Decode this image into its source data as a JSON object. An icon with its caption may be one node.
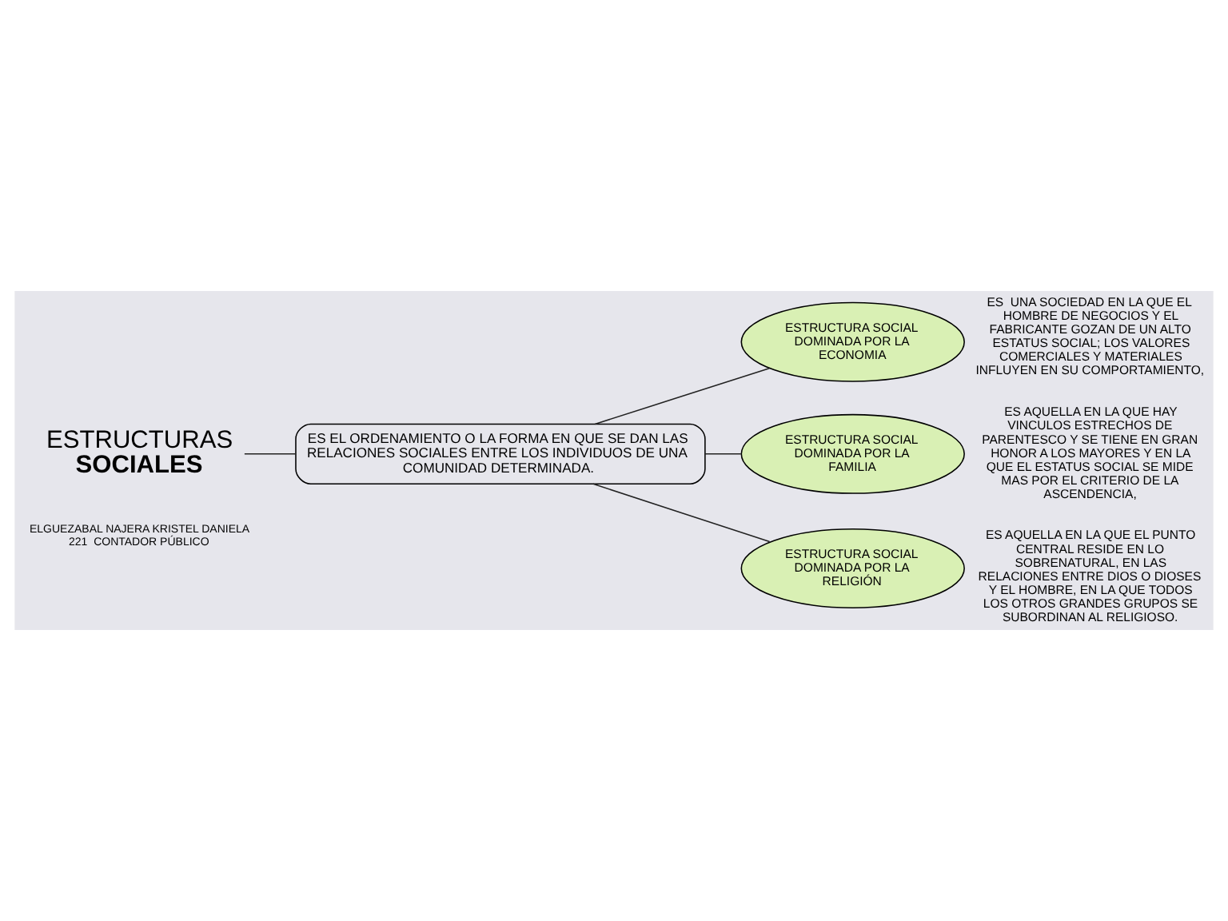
{
  "diagram": {
    "nodes": [
      {
        "text": [
          "ESTRUCTURAS",
          "SOCIALES"
        ]
      },
      {
        "text": [
          "ES EL ORDENAMIENTO O LA FORMA EN QUE SE DAN LAS RELACIONES SOCIALES ENTRE LOS INDIVIDUOS DE UNA COMUNIDAD DETERMINADA."
        ]
      },
      {
        "text": [
          "ESTRUCTURA SOCIAL DOMINADA POR LA ECONOMIA"
        ],
        "beside": [
          "ES  UNA SOCIEDAD EN LA QUE EL HOMBRE DE NEGOCIOS Y EL FABRICANTE GOZAN DE UN ALTO ESTATUS SOCIAL; LOS VALORES COMERCIALES Y MATERIALES INFLUYEN EN SU COMPORTAMIENTO,"
        ]
      },
      {
        "text": [
          "ESTRUCTURA SOCIAL DOMINADA POR LA FAMILIA"
        ],
        "beside": [
          "ES AQUELLA EN LA QUE HAY VINCULOS ESTRECHOS DE PARENTESCO Y SE TIENE EN GRAN HONOR A LOS MAYORES Y EN LA QUE EL ESTATUS SOCIAL SE MIDE MAS POR EL CRITERIO DE LA ASCENDENCIA,"
        ]
      },
      {
        "text": [
          "ESTRUCTURA SOCIAL DOMINADA POR LA RELIGIÓN"
        ],
        "beside": [
          "ES AQUELLA EN LA QUE EL PUNTO CENTRAL RESIDE EN LO SOBRENATURAL, EN LAS RELACIONES ENTRE DIOS O DIOSES Y EL HOMBRE, EN LA QUE TODOS LOS OTROS GRANDES GRUPOS SE SUBORDINAN AL RELIGIOSO."
        ]
      }
    ],
    "edges": [
      {
        "from": 0,
        "to": 1,
        "arrow": "none"
      },
      {
        "from": 1,
        "to": 2,
        "arrow": "none"
      },
      {
        "from": 1,
        "to": 3,
        "arrow": "none"
      },
      {
        "from": 1,
        "to": 4,
        "arrow": "none"
      }
    ],
    "labels": [
      "ELGUEZABAL NAJERA KRISTEL DANIELA",
      "221  CONTADOR PÚBLICO"
    ]
  }
}
